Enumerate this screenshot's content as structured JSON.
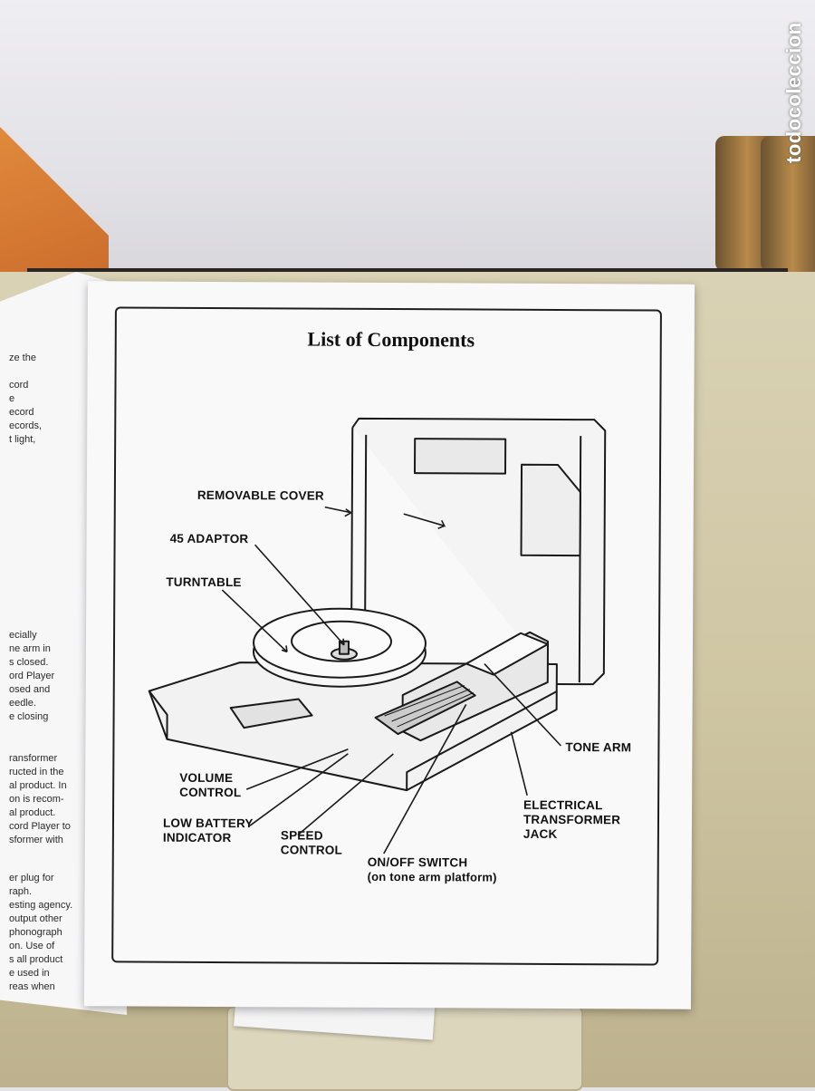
{
  "watermark": "todocoleccion",
  "manual": {
    "title": "List of Components",
    "labels": {
      "removable_cover": "REMOVABLE COVER",
      "adaptor_45": "45 ADAPTOR",
      "turntable": "TURNTABLE",
      "tone_arm": "TONE ARM",
      "volume_control_1": "VOLUME",
      "volume_control_2": "CONTROL",
      "low_battery_1": "LOW BATTERY",
      "low_battery_2": "INDICATOR",
      "speed_control_1": "SPEED",
      "speed_control_2": "CONTROL",
      "transformer_1": "ELECTRICAL",
      "transformer_2": "TRANSFORMER",
      "transformer_3": "JACK",
      "onoff_1": "ON/OFF SWITCH",
      "onoff_2": "(on tone arm platform)"
    }
  },
  "left_page": {
    "block1": "ze the\n\ncord\ne\necord\necords,\nt light,",
    "block2": "ecially\nne arm in\ns closed.\nord Player\nosed and\needle.\ne closing",
    "block3": "ransformer\nructed in the\nal product. In\non is recom-\nal product.\ncord Player to\nsformer with",
    "block4": "er plug for\nraph.\nesting agency.\noutput other\nphonograph\non. Use of\ns all product\ne used in\nreas when"
  }
}
